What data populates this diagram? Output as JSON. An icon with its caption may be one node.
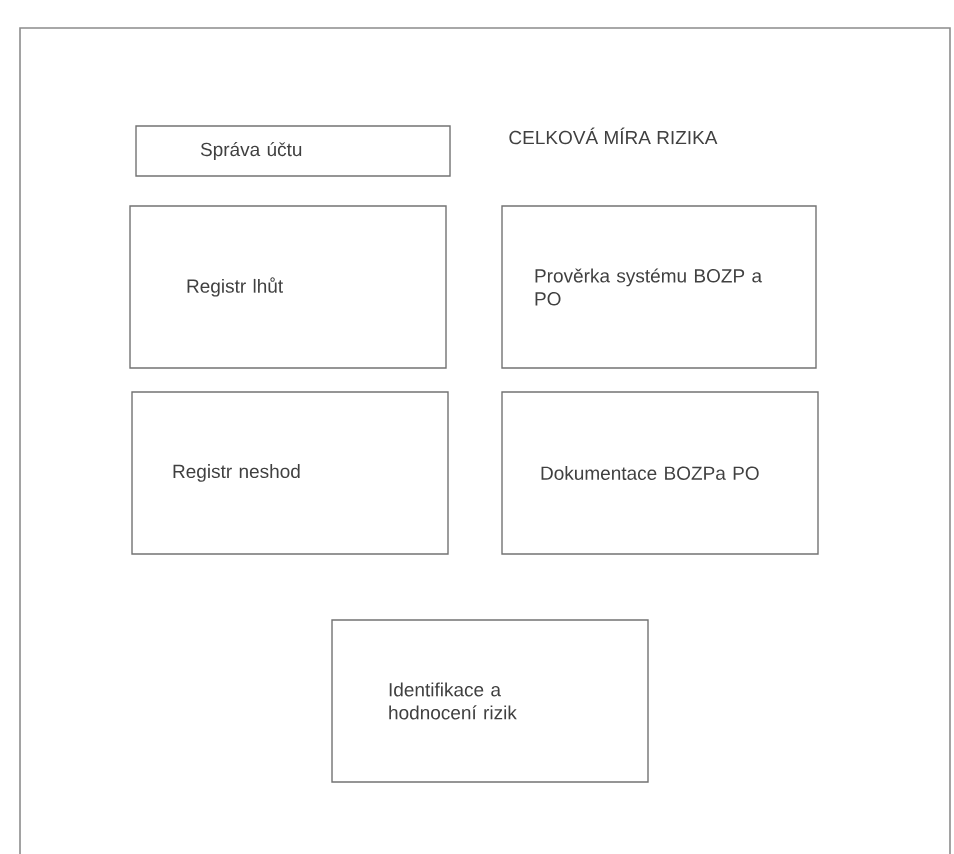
{
  "diagram": {
    "nodes": [
      {
        "text": [
          "Správa účtu"
        ]
      },
      {
        "text": [
          "Registr lhůt"
        ]
      },
      {
        "text": [
          "Prověrka systému BOZP a PO"
        ]
      },
      {
        "text": [
          "Registr neshod"
        ]
      },
      {
        "text": [
          "Dokumentace BOZPa PO"
        ]
      },
      {
        "text": [
          "Identifikace a hodnocení rizik"
        ]
      }
    ],
    "labels": [
      "CELKOVÁ MÍRA RIZIKA"
    ]
  }
}
